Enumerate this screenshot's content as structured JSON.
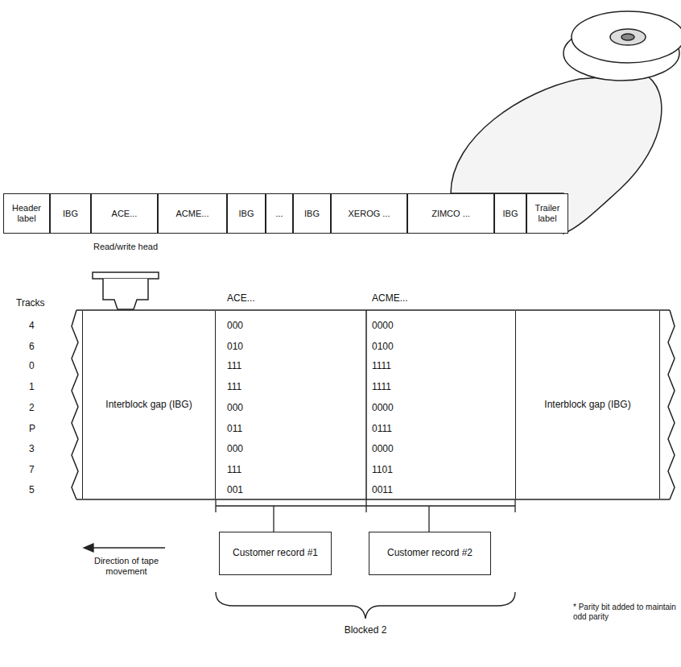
{
  "diagram": {
    "nodes": [
      {
        "text": [
          "Header label"
        ]
      },
      {
        "text": [
          "IBG"
        ]
      },
      {
        "text": [
          "ACE..."
        ]
      },
      {
        "text": [
          "ACME..."
        ]
      },
      {
        "text": [
          "IBG"
        ]
      },
      {
        "text": [
          "..."
        ]
      },
      {
        "text": [
          "IBG"
        ]
      },
      {
        "text": [
          "XEROG ..."
        ]
      },
      {
        "text": [
          "ZIMCO ..."
        ]
      },
      {
        "text": [
          "IBG"
        ]
      },
      {
        "text": [
          "Trailer label"
        ]
      },
      {
        "text": [
          "Interblock gap (IBG)"
        ]
      },
      {
        "text": [
          "Interblock gap (IBG)"
        ]
      },
      {
        "text": [
          "Customer record #1"
        ]
      },
      {
        "text": [
          "Customer record #2"
        ]
      }
    ],
    "labels": [
      "Read/write head",
      "Tracks",
      "4",
      "6",
      "0",
      "1",
      "2",
      "P",
      "3",
      "7",
      "5",
      "ACE...",
      "ACME...",
      "000",
      "010",
      "111",
      "111",
      "000",
      "011",
      "000",
      "111",
      "001",
      "0000",
      "0100",
      "1111",
      "1111",
      "0000",
      "0111",
      "0000",
      "1101",
      "0011",
      "Direction of tape movement",
      "Blocked 2",
      "* Parity bit added to maintain odd parity"
    ]
  }
}
